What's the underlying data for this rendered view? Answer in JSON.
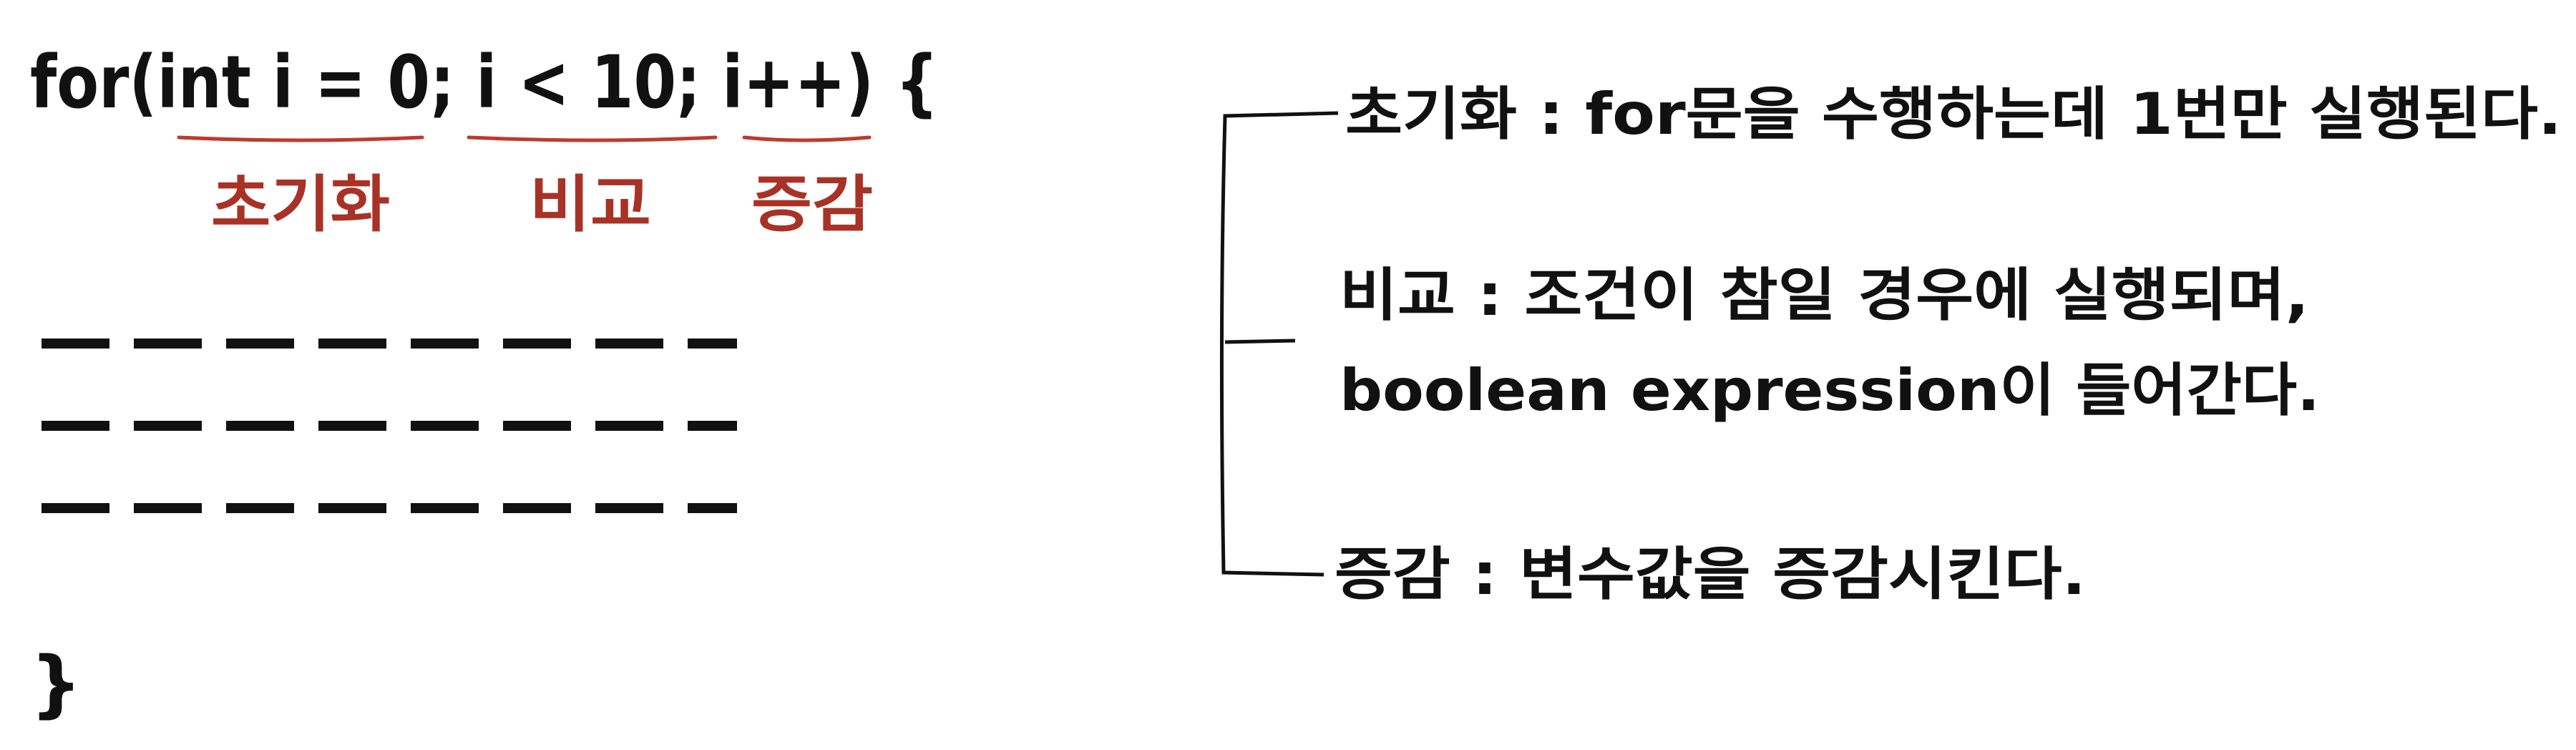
{
  "code": {
    "line1": "for(int i = 0; i < 10; i++) {",
    "close": "}"
  },
  "labels": {
    "init": "초기화",
    "compare": "비교",
    "increment": "증감"
  },
  "descriptions": {
    "init": "초기화 : for문을 수행하는데 1번만 실행된다.",
    "compare_line1": "비교 : 조건이 참일 경우에 실행되며,",
    "compare_line2": "boolean expression이 들어간다.",
    "increment": "증감 : 변수값을 증감시킨다."
  },
  "colors": {
    "label": "#a83226",
    "underline": "#c0392b",
    "text": "#111111"
  }
}
